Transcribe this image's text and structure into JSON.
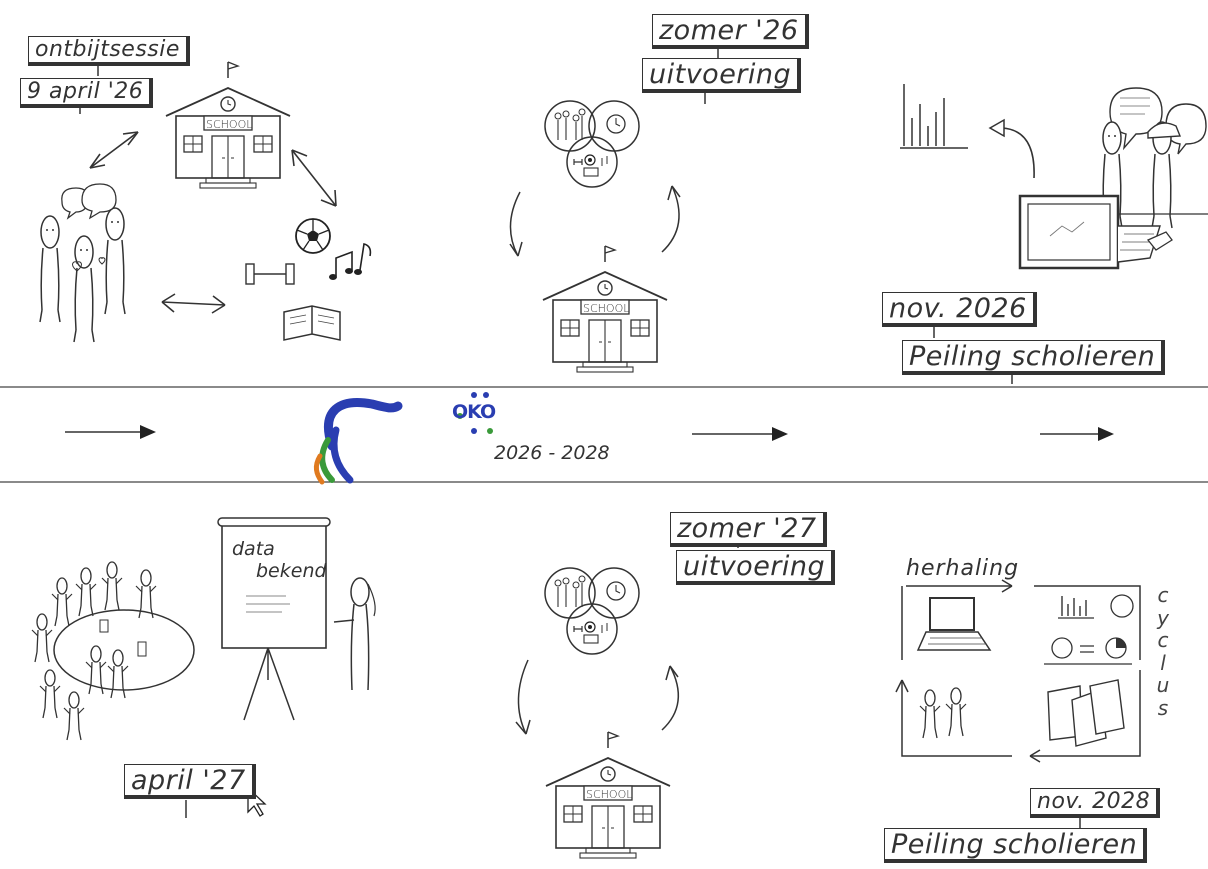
{
  "signs": {
    "ontbijtsessie": "ontbijtsessie",
    "date_april26": "9 april '26",
    "zomer26": "zomer '26",
    "uitvoering1": "uitvoering",
    "nov2026": "nov. 2026",
    "peiling1": "Peiling scholieren",
    "zomer27": "zomer '27",
    "uitvoering2": "uitvoering",
    "april27": "april '27",
    "nov2028": "nov. 2028",
    "peiling2": "Peiling scholieren"
  },
  "labels": {
    "school": "SCHOOL",
    "period": "2026 - 2028",
    "logo_text": "OKO",
    "flipchart": [
      "data",
      "bekend"
    ],
    "herhaling": "herhaling",
    "cyclus": [
      "c",
      "y",
      "c",
      "l",
      "u",
      "s"
    ]
  },
  "colors": {
    "ink": "#333333",
    "logo_blue": "#2a3eb1",
    "logo_green": "#3a9a3a",
    "logo_orange": "#e07a1f"
  }
}
